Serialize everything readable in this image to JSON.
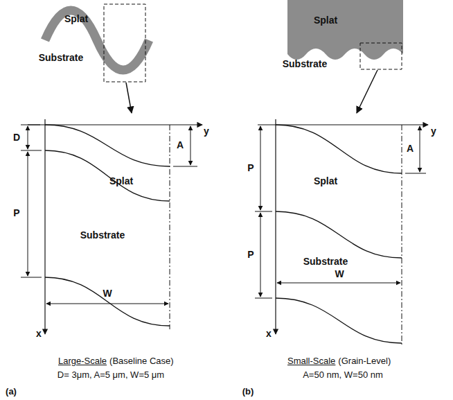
{
  "diagram": {
    "labels": [
      "Splat",
      "Substrate",
      "D",
      "A",
      "P",
      "y",
      "x",
      "Splat",
      "Substrate",
      "W",
      "Large-Scale",
      "(Baseline Case)",
      "D= 3μm, A=5 μm, W=5 μm",
      "(a)",
      "Splat",
      "Substrate",
      "A",
      "y",
      "P",
      "P",
      "x",
      "Splat",
      "Substrate",
      "W",
      "Small-Scale",
      "(Grain-Level)",
      "A=50 nm, W=50 nm",
      "(b)"
    ]
  }
}
